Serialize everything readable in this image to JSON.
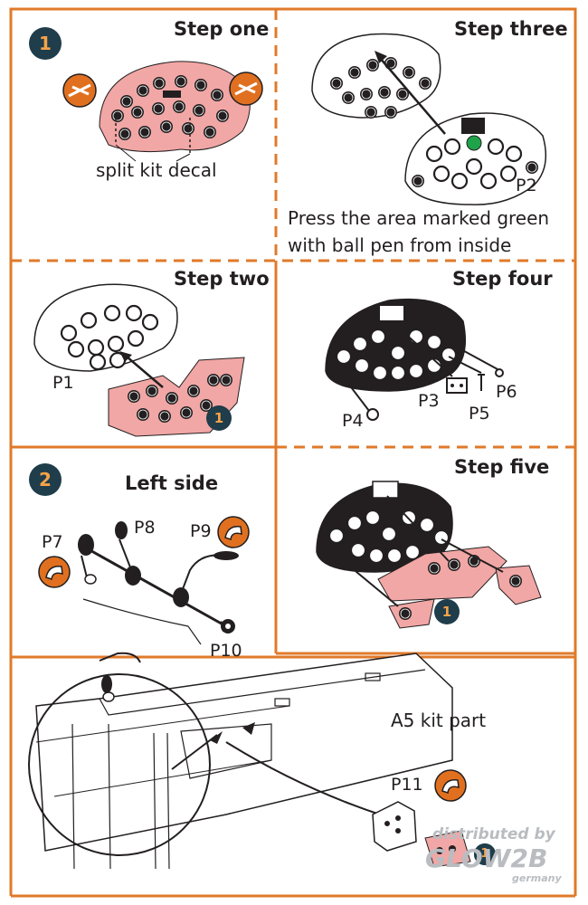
{
  "colors": {
    "frame_orange": "#e07a2a",
    "decal_pink": "#f1a7a5",
    "badge_navy": "#1f3d4a",
    "badge_orange_text": "#f6a24a",
    "press_green": "#1fa34a",
    "ink": "#231f20"
  },
  "sections": {
    "step_one": {
      "badge": "1",
      "title": "Step one",
      "caption": "split kit decal",
      "icon": "pliers-icon"
    },
    "step_two": {
      "title": "Step two",
      "part": "P1",
      "decal_badge": "1"
    },
    "step_three": {
      "title": "Step three",
      "part": "P2",
      "note": "Press the area marked green with ball pen from inside"
    },
    "step_four": {
      "title": "Step four",
      "parts": [
        "P3",
        "P4",
        "P5",
        "P6"
      ]
    },
    "step_five": {
      "title": "Step five",
      "decal_badge": "1"
    },
    "left_side": {
      "badge": "2",
      "title": "Left side",
      "parts": [
        "P7",
        "P8",
        "P9",
        "P10"
      ],
      "icon": "bend-icon"
    },
    "bottom": {
      "kit_label": "A5 kit part",
      "part": "P11",
      "decal_badge": "1"
    }
  },
  "watermark": {
    "line1": "distributed by",
    "line2": "GLOW2B",
    "line3": "germany"
  }
}
